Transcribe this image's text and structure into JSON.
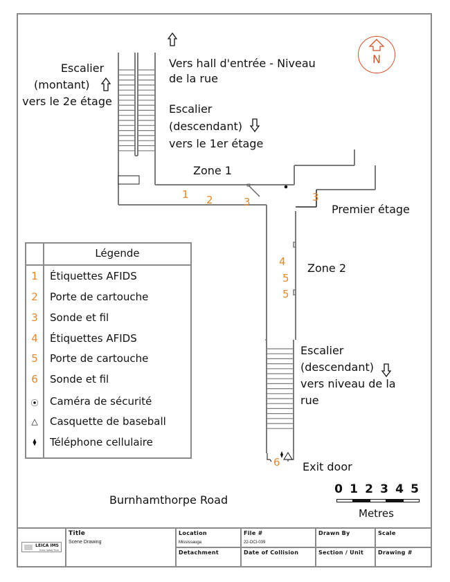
{
  "drawing": {
    "labels": {
      "stair_up_line1": "Escalier",
      "stair_up_line2": "(montant)",
      "stair_up_line3": "vers le 2e étage",
      "to_lobby_line1": "Vers hall d'entrée - Niveau",
      "to_lobby_line2": "de la rue",
      "stair_down1_line1": "Escalier",
      "stair_down1_line2": "(descendant)",
      "stair_down1_line3": "vers le 1er étage",
      "zone1": "Zone 1",
      "first_floor": "Premier étage",
      "zone2": "Zone 2",
      "stair_down2_line1": "Escalier",
      "stair_down2_line2": "(descendant)",
      "stair_down2_line3": "vers niveau de la",
      "stair_down2_line4": "rue",
      "exit_door": "Exit door",
      "road": "Burnhamthorpe Road"
    },
    "markers": [
      {
        "id": "1",
        "label": "1"
      },
      {
        "id": "2",
        "label": "2"
      },
      {
        "id": "3a",
        "label": "3"
      },
      {
        "id": "3b",
        "label": "3"
      },
      {
        "id": "4",
        "label": "4"
      },
      {
        "id": "5a",
        "label": "5"
      },
      {
        "id": "5b",
        "label": "5"
      },
      {
        "id": "6",
        "label": "6"
      }
    ],
    "marker_color": "#e8862a",
    "north": {
      "label": "N",
      "color": "#d0532b"
    }
  },
  "legend": {
    "title": "Légende",
    "items": [
      {
        "key": "1",
        "text": "Étiquettes AFIDS",
        "symbol": "number"
      },
      {
        "key": "2",
        "text": "Porte de cartouche",
        "symbol": "number"
      },
      {
        "key": "3",
        "text": "Sonde et fil",
        "symbol": "number"
      },
      {
        "key": "4",
        "text": "Étiquettes AFIDS",
        "symbol": "number"
      },
      {
        "key": "5",
        "text": "Porte de cartouche",
        "symbol": "number"
      },
      {
        "key": "6",
        "text": "Sonde et fil",
        "symbol": "number"
      },
      {
        "key": "⦿",
        "text": "Caméra de sécurité",
        "symbol": "camera-icon"
      },
      {
        "key": "△",
        "text": "Casquette de baseball",
        "symbol": "cap-icon"
      },
      {
        "key": "⧫",
        "text": "Téléphone cellulaire",
        "symbol": "phone-icon"
      }
    ]
  },
  "scale_bar": {
    "ticks": [
      "0",
      "1",
      "2",
      "3",
      "4",
      "5"
    ],
    "units": "Metres"
  },
  "title_block": {
    "logo_text": "LEICA IMS",
    "logo_subtext": "Public Safety Tools",
    "title_label": "Title",
    "title_value": "Scene Drawing",
    "location_label": "Location",
    "location_value": "Mississauga",
    "detachment_label": "Detachment",
    "detachment_value": "",
    "file_label": "File #",
    "file_value": "22-OCI-039",
    "date_label": "Date of Collision",
    "date_value": "",
    "drawn_by_label": "Drawn By",
    "drawn_by_value": "",
    "section_label": "Section / Unit",
    "section_value": "",
    "scale_label": "Scale",
    "scale_value": "",
    "drawing_no_label": "Drawing #",
    "drawing_no_value": ""
  }
}
